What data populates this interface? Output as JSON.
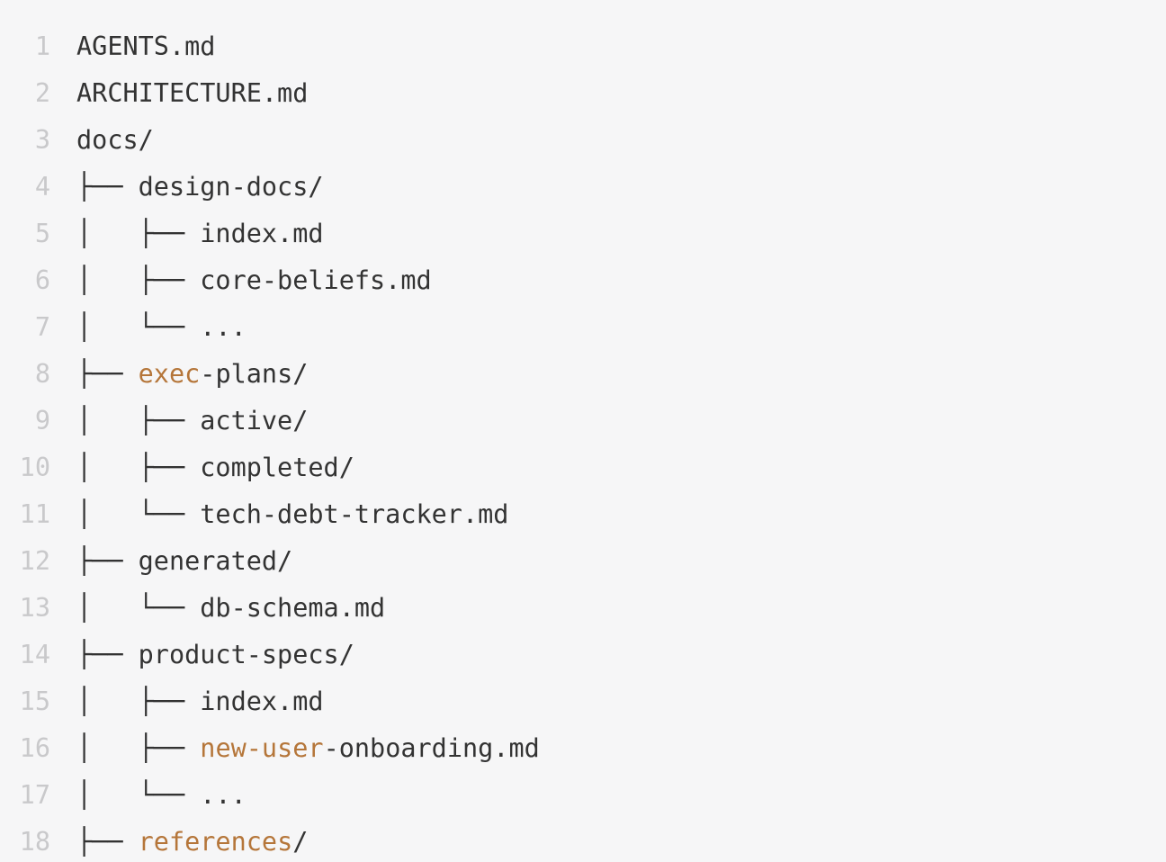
{
  "code_block": {
    "content_type": "file-tree-listing",
    "colors": {
      "background": "#f6f6f7",
      "text": "#333333",
      "line_number": "#c9c9cb",
      "keyword": "#b5763a"
    },
    "lines": [
      {
        "number": "1",
        "segments": [
          {
            "text": "AGENTS.md",
            "keyword": false
          }
        ]
      },
      {
        "number": "2",
        "segments": [
          {
            "text": "ARCHITECTURE.md",
            "keyword": false
          }
        ]
      },
      {
        "number": "3",
        "segments": [
          {
            "text": "docs/",
            "keyword": false
          }
        ]
      },
      {
        "number": "4",
        "segments": [
          {
            "text": "├── design-docs/",
            "keyword": false
          }
        ]
      },
      {
        "number": "5",
        "segments": [
          {
            "text": "│   ├── index.md",
            "keyword": false
          }
        ]
      },
      {
        "number": "6",
        "segments": [
          {
            "text": "│   ├── core-beliefs.md",
            "keyword": false
          }
        ]
      },
      {
        "number": "7",
        "segments": [
          {
            "text": "│   └── ...",
            "keyword": false
          }
        ]
      },
      {
        "number": "8",
        "segments": [
          {
            "text": "├── ",
            "keyword": false
          },
          {
            "text": "exec",
            "keyword": true
          },
          {
            "text": "-plans/",
            "keyword": false
          }
        ]
      },
      {
        "number": "9",
        "segments": [
          {
            "text": "│   ├── active/",
            "keyword": false
          }
        ]
      },
      {
        "number": "10",
        "segments": [
          {
            "text": "│   ├── completed/",
            "keyword": false
          }
        ]
      },
      {
        "number": "11",
        "segments": [
          {
            "text": "│   └── tech-debt-tracker.md",
            "keyword": false
          }
        ]
      },
      {
        "number": "12",
        "segments": [
          {
            "text": "├── generated/",
            "keyword": false
          }
        ]
      },
      {
        "number": "13",
        "segments": [
          {
            "text": "│   └── db-schema.md",
            "keyword": false
          }
        ]
      },
      {
        "number": "14",
        "segments": [
          {
            "text": "├── product-specs/",
            "keyword": false
          }
        ]
      },
      {
        "number": "15",
        "segments": [
          {
            "text": "│   ├── index.md",
            "keyword": false
          }
        ]
      },
      {
        "number": "16",
        "segments": [
          {
            "text": "│   ├── ",
            "keyword": false
          },
          {
            "text": "new-user",
            "keyword": true
          },
          {
            "text": "-onboarding.md",
            "keyword": false
          }
        ]
      },
      {
        "number": "17",
        "segments": [
          {
            "text": "│   └── ...",
            "keyword": false
          }
        ]
      },
      {
        "number": "18",
        "segments": [
          {
            "text": "├── ",
            "keyword": false
          },
          {
            "text": "references",
            "keyword": true
          },
          {
            "text": "/",
            "keyword": false
          }
        ]
      }
    ]
  }
}
